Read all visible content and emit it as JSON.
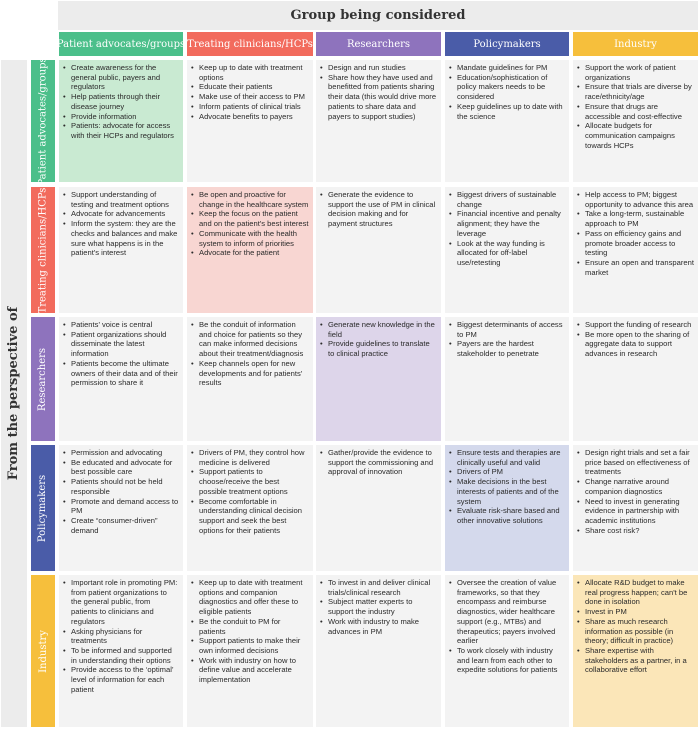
{
  "top_banner": "Group being considered",
  "side_banner": "From the perspective of",
  "colors": {
    "green": "#4bbf8a",
    "red": "#f26b5d",
    "purple": "#8e73bd",
    "blue": "#4a5ca8",
    "yellow": "#f6bf3c"
  },
  "columns": [
    "Patient advocates/groups",
    "Treating clinicians/HCPs",
    "Researchers",
    "Policymakers",
    "Industry"
  ],
  "rows": [
    "Patient advocates/groups",
    "Treating clinicians/HCPs",
    "Researchers",
    "Policymakers",
    "Industry"
  ],
  "cells": [
    [
      [
        "Create awareness for the general public, payers and regulators",
        "Help patients through their disease journey",
        "Provide information",
        "Patients: advocate for access with their HCPs and regulators"
      ],
      [
        "Keep up to date with treatment options",
        "Educate their patients",
        "Make use of their access to PM",
        "Inform patients of clinical trials",
        "Advocate benefits to payers"
      ],
      [
        "Design and run studies",
        "Share how they have used and benefitted from patients sharing their data (this would drive more patients to share data and payers to support studies)"
      ],
      [
        "Mandate guidelines for PM",
        "Education/sophistication of policy makers needs to be considered",
        "Keep guidelines up to date with the science"
      ],
      [
        "Support the work of patient organizations",
        "Ensure that trials are diverse by race/ethnicity/age",
        "Ensure that drugs are accessible and cost-effective",
        "Allocate budgets for communication campaigns towards HCPs"
      ]
    ],
    [
      [
        "Support understanding of testing and treatment options",
        "Advocate for advancements",
        "Inform the system: they are the checks and balances and make sure what happens is in the patient's interest"
      ],
      [
        "Be open and proactive for change in the healthcare system",
        "Keep the focus on the patient and on the patient's best interest",
        "Communicate with the health system to inform of priorities",
        "Advocate for the patient"
      ],
      [
        "Generate the evidence to support the use of PM in clinical decision making and for payment structures"
      ],
      [
        "Biggest drivers of sustainable change",
        "Financial incentive and penalty alignment; they have the leverage",
        "Look at the way funding is allocated for off-label use/retesting"
      ],
      [
        "Help access to PM; biggest opportunity to advance this area",
        "Take a long-term, sustainable approach to PM",
        "Pass on efficiency gains and promote broader access to testing",
        "Ensure an open and transparent market"
      ]
    ],
    [
      [
        "Patients' voice is central",
        "Patient organizations should disseminate the latest information",
        "Patients become the ultimate owners of their data and of their permission to share it"
      ],
      [
        "Be the conduit of information and choice for patients so they can make informed decisions about their treatment/diagnosis",
        "Keep channels open for new developments and for patients' results"
      ],
      [
        "Generate new knowledge in the field",
        "Provide guidelines to translate to clinical practice"
      ],
      [
        "Biggest determinants of access to PM",
        "Payers are the hardest stakeholder to penetrate"
      ],
      [
        "Support the funding of research",
        "Be more open to the sharing of aggregate data to support advances in research"
      ]
    ],
    [
      [
        "Permission and advocating",
        "Be educated and advocate for best possible care",
        "Patients should not be held responsible",
        "Promote and demand access to PM",
        "Create “consumer-driven” demand"
      ],
      [
        "Drivers of PM, they control how medicine is delivered",
        "Support patients to choose/receive the best possible treatment options",
        "Become comfortable in understanding clinical decision support and seek the best options for their patients"
      ],
      [
        "Gather/provide the evidence to support the commissioning and approval of innovation"
      ],
      [
        "Ensure tests and therapies are clinically useful and valid",
        "Drivers of PM",
        "Make decisions in the best interests of patients and of the system",
        "Evaluate risk-share based and other innovative solutions"
      ],
      [
        "Design right trials and set a fair price based on effectiveness of treatments",
        "Change narrative around companion diagnostics",
        "Need to invest in generating evidence in partnership with academic institutions",
        "Share cost risk?"
      ]
    ],
    [
      [
        "Important role in promoting PM: from patient organizations to the  general public, from patients to clinicians and regulators",
        "Asking physicians for treatments",
        "To be informed and supported in understanding their options",
        "Provide access to the ‘optimal’ level of information for each patient"
      ],
      [
        "Keep up to date with treatment options and companion diagnostics and offer these to eligible patients",
        "Be the conduit to PM for patients",
        "Support patients to make their own informed decisions",
        "Work with industry on how to define value and accelerate implementation"
      ],
      [
        "To invest in and deliver clinical trials/clinical research",
        "Subject matter experts to support the industry",
        "Work with industry to make advances in PM"
      ],
      [
        "Oversee the creation of value frameworks, so that they encompass and reimburse diagnostics, wider healthcare support (e.g., MTBs) and therapeutics; payers involved earlier",
        "To work closely with industry and learn from each other to expedite solutions for patients"
      ],
      [
        "Allocate R&D budget to make real progress happen; can't be done in isolation",
        "Invest in PM",
        "Share as much research information as possible (in theory; difficult in practice)",
        "Share expertise with stakeholders as a partner, in a collaborative effort"
      ]
    ]
  ]
}
